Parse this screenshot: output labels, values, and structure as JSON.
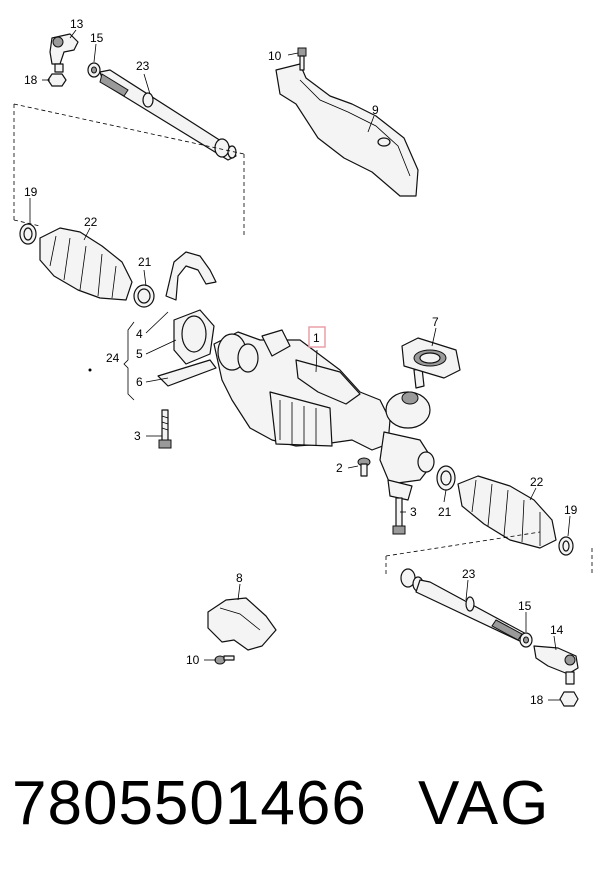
{
  "callouts": {
    "c13a": "13",
    "c15a": "15",
    "c18a": "18",
    "c23a": "23",
    "c10a": "10",
    "c9": "9",
    "c19a": "19",
    "c22a": "22",
    "c21a": "21",
    "c4": "4",
    "c5": "5",
    "c6": "6",
    "c24": "24",
    "c3a": "3",
    "c1": "1",
    "c7": "7",
    "c2": "2",
    "c3b": "3",
    "c21b": "21",
    "c22b": "22",
    "c19b": "19",
    "c23b": "23",
    "c15b": "15",
    "c14": "14",
    "c18b": "18",
    "c8": "8",
    "c10b": "10"
  },
  "footer": {
    "part_number": "7805501466",
    "brand": "VAG"
  },
  "colors": {
    "highlight": "#e8a0a8"
  }
}
